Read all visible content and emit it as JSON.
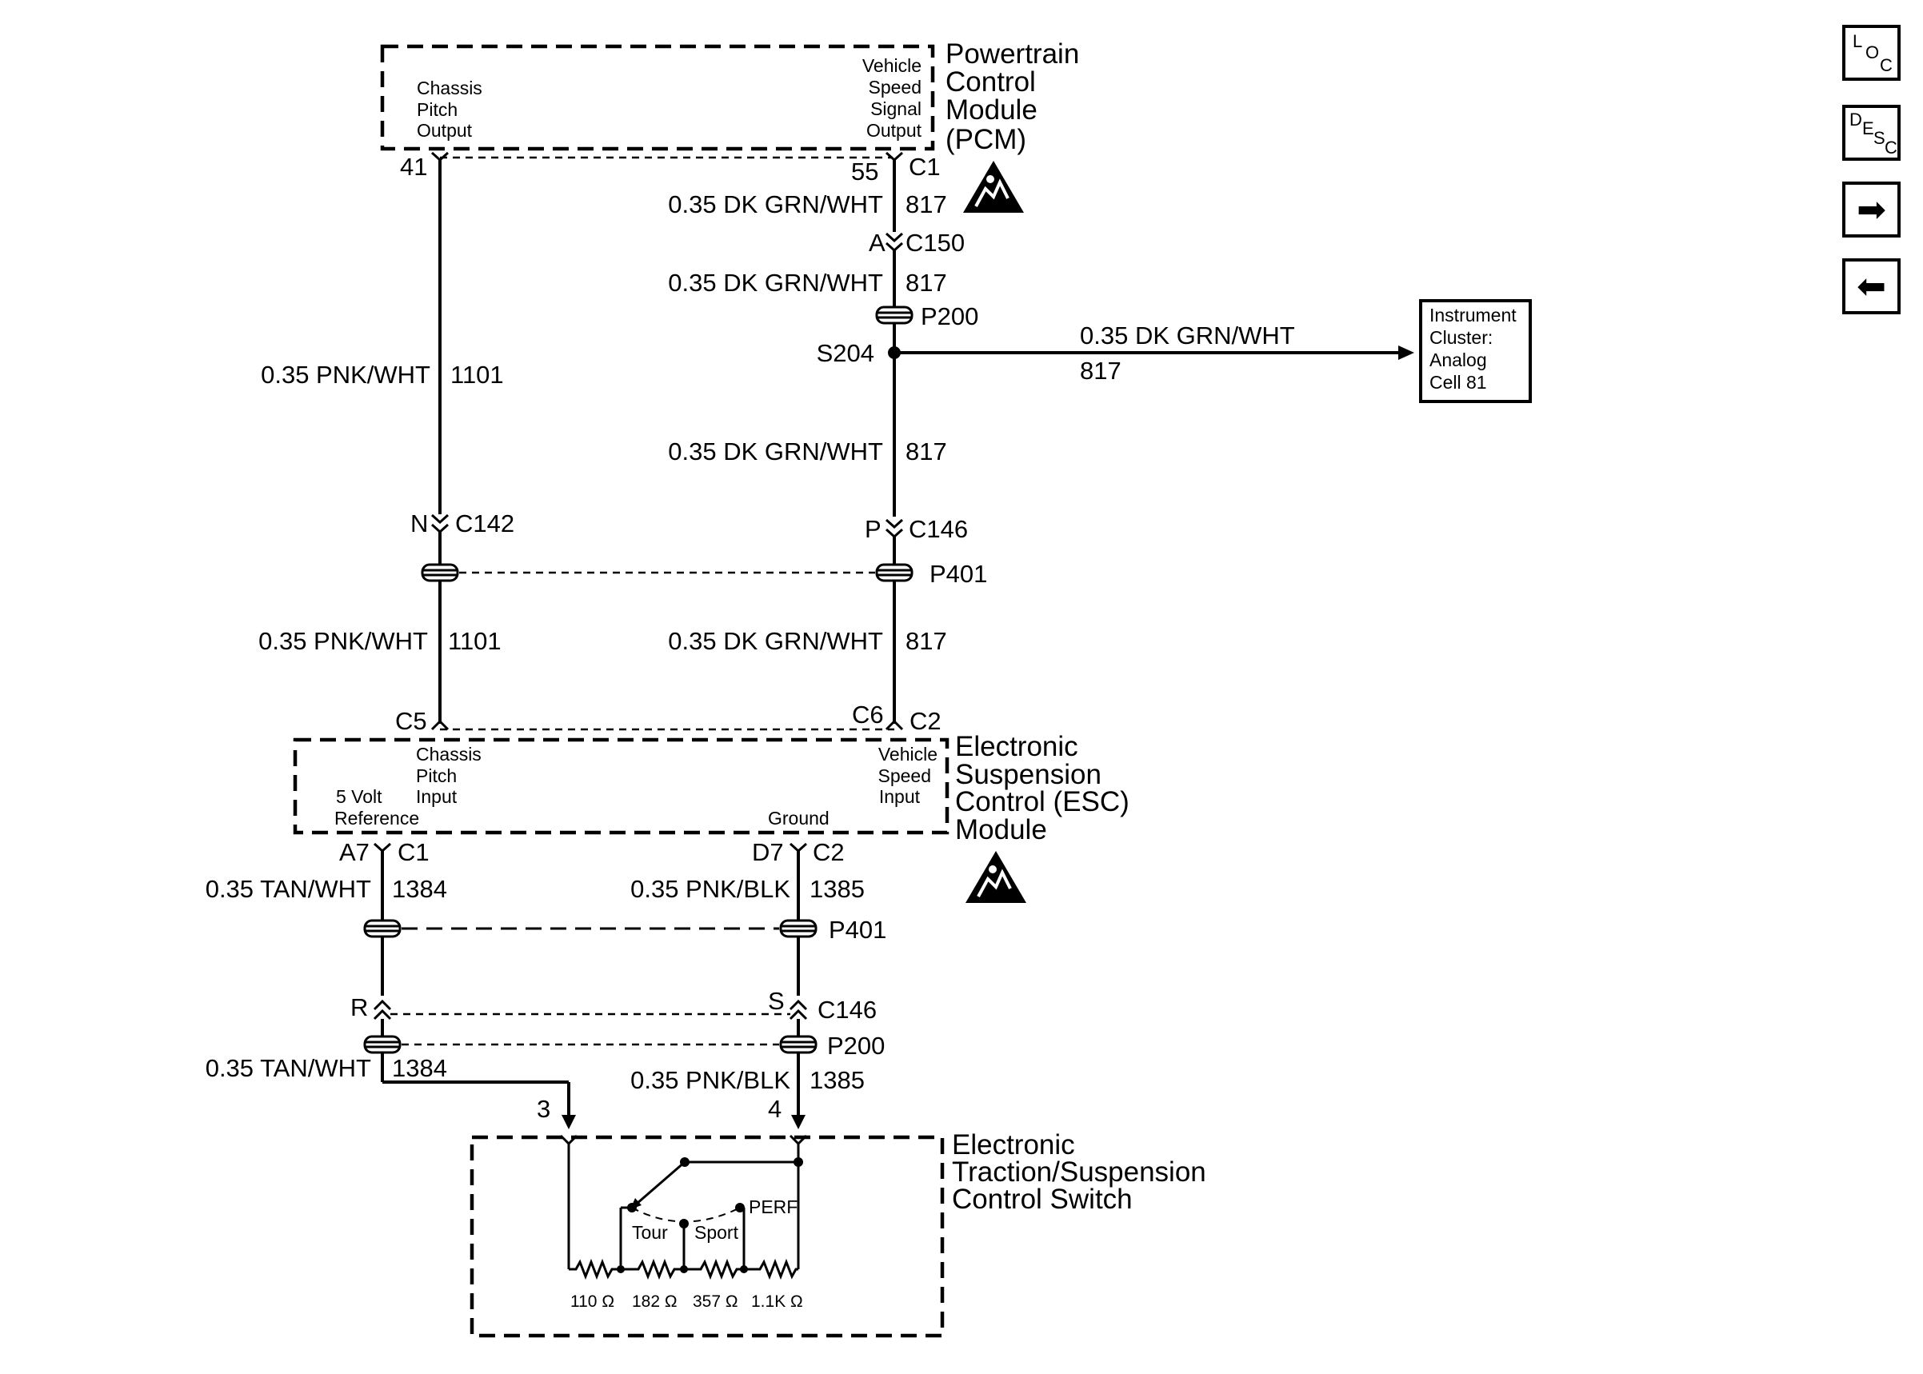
{
  "nav": {
    "loc": {
      "l1": "L",
      "l2": "O",
      "l3": "C"
    },
    "desc": {
      "l1": "D",
      "l2": "E",
      "l3": "S",
      "l4": "C"
    },
    "next_icon": "right-arrow-icon",
    "prev_icon": "left-arrow-icon"
  },
  "pcm": {
    "name": [
      "Powertrain",
      "Control",
      "Module",
      "(PCM)"
    ],
    "left_label": [
      "Chassis",
      "Pitch",
      "Output"
    ],
    "right_label": [
      "Vehicle",
      "Speed",
      "Signal",
      "Output"
    ],
    "pin_left": "41",
    "pin_right": "55",
    "connector": "C1"
  },
  "esc": {
    "name": [
      "Electronic",
      "Suspension",
      "Control (ESC)",
      "Module"
    ],
    "pitch_input": [
      "Chassis",
      "Pitch",
      "Input"
    ],
    "speed_input": [
      "Vehicle",
      "Speed",
      "Input"
    ],
    "ref_label": [
      "5 Volt",
      "Reference"
    ],
    "ground_label": "Ground",
    "top_pin_left": "C5",
    "top_pin_right": "C6",
    "top_connector": "C2",
    "bottom_pin_left": "A7",
    "bottom_conn_left": "C1",
    "bottom_pin_right": "D7",
    "bottom_conn_right": "C2"
  },
  "switch": {
    "name": [
      "Electronic",
      "Traction/Suspension",
      "Control Switch"
    ],
    "pin_left": "3",
    "pin_right": "4",
    "positions": [
      "Tour",
      "Sport",
      "PERF"
    ],
    "resistors": [
      "110 Ω",
      "182 Ω",
      "357 Ω",
      "1.1K Ω"
    ]
  },
  "cluster": {
    "lines": [
      "Instrument",
      "Cluster:",
      "Analog",
      "Cell 81"
    ]
  },
  "wires": {
    "dkgrn_wht": "0.35 DK GRN/WHT",
    "c817": "817",
    "pnk_wht": "0.35 PNK/WHT",
    "c1101": "1101",
    "tan_wht": "0.35 TAN/WHT",
    "c1384": "1384",
    "pnk_blk": "0.35 PNK/BLK",
    "c1385": "1385"
  },
  "connectors": {
    "c150_pin": "A",
    "c150": "C150",
    "p200": "P200",
    "s204": "S204",
    "c142_pin": "N",
    "c142": "C142",
    "c146_pin_p": "P",
    "c146": "C146",
    "p401": "P401",
    "c146_pin_r": "R",
    "c146_pin_s": "S"
  },
  "esd_icon": "esd-warning-icon"
}
